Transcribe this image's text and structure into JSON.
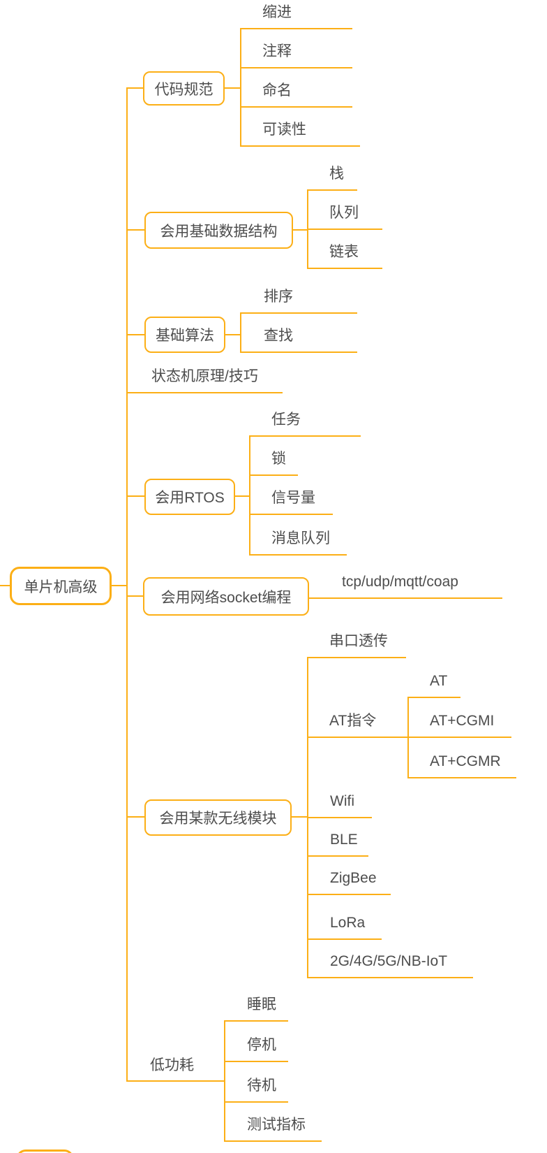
{
  "colors": {
    "branch_line": "#fcaf16",
    "topic_border": "#fcaf16",
    "topic_text": "#4d4d4d",
    "background": "#ffffff"
  },
  "mindmap": {
    "root": {
      "label": "单片机高级"
    },
    "branches": [
      {
        "label": "代码规范",
        "children": [
          {
            "label": "缩进"
          },
          {
            "label": "注释"
          },
          {
            "label": "命名"
          },
          {
            "label": "可读性"
          }
        ]
      },
      {
        "label": "会用基础数据结构",
        "children": [
          {
            "label": "栈"
          },
          {
            "label": "队列"
          },
          {
            "label": "链表"
          }
        ]
      },
      {
        "label": "基础算法",
        "children": [
          {
            "label": "排序"
          },
          {
            "label": "查找"
          }
        ]
      },
      {
        "label": "状态机原理/技巧",
        "children": []
      },
      {
        "label": "会用RTOS",
        "children": [
          {
            "label": "任务"
          },
          {
            "label": "锁"
          },
          {
            "label": "信号量"
          },
          {
            "label": "消息队列"
          }
        ]
      },
      {
        "label": "会用网络socket编程",
        "children": [
          {
            "label": "tcp/udp/mqtt/coap"
          }
        ]
      },
      {
        "label": "会用某款无线模块",
        "children": [
          {
            "label": "串口透传"
          },
          {
            "label": "AT指令",
            "children": [
              {
                "label": "AT"
              },
              {
                "label": "AT+CGMI"
              },
              {
                "label": "AT+CGMR"
              }
            ]
          },
          {
            "label": "Wifi"
          },
          {
            "label": "BLE"
          },
          {
            "label": "ZigBee"
          },
          {
            "label": "LoRa"
          },
          {
            "label": "2G/4G/5G/NB-IoT"
          }
        ]
      },
      {
        "label": "低功耗",
        "children": [
          {
            "label": "睡眠"
          },
          {
            "label": "停机"
          },
          {
            "label": "待机"
          },
          {
            "label": "测试指标"
          }
        ]
      }
    ]
  }
}
